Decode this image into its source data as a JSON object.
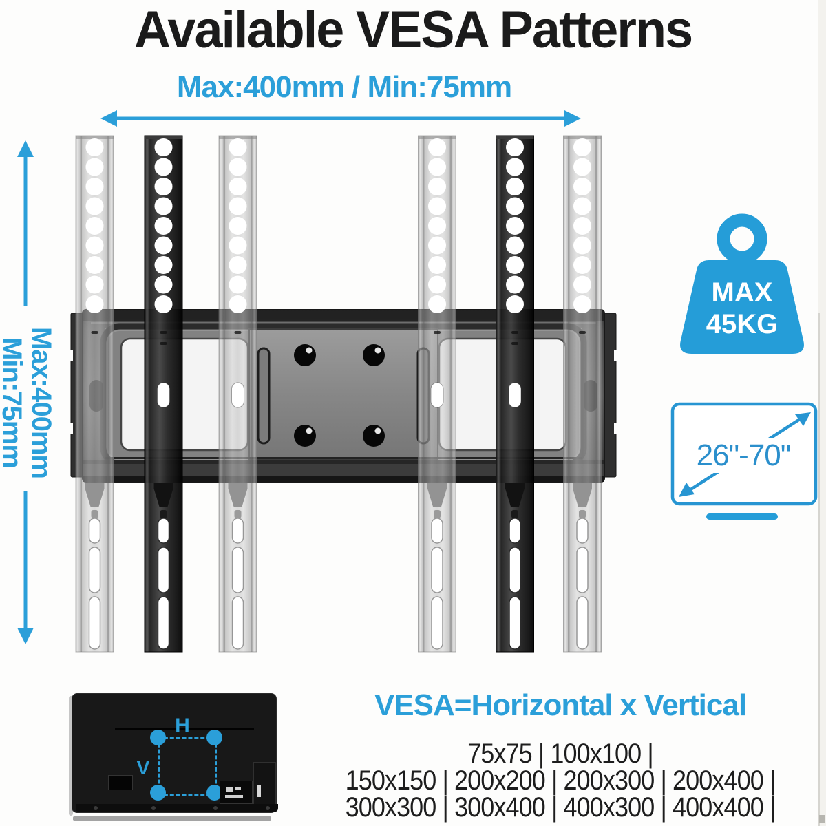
{
  "accent_color": "#2B9FD9",
  "title": "Available VESA Patterns",
  "horizontal_dimension": {
    "label": "Max:400mm / Min:75mm"
  },
  "vertical_dimension": {
    "line1": "Max:400mm",
    "line2": "Min:75mm"
  },
  "weight_badge": {
    "line1": "MAX",
    "line2": "45KG"
  },
  "screen_size_badge": {
    "label": "26\"-70\""
  },
  "tv_back_diagram": {
    "horizontal_label": "H",
    "vertical_label": "V"
  },
  "vesa_formula": "VESA=Horizontal x Vertical",
  "vesa_patterns": {
    "line1": "75x75 | 100x100 |",
    "line2": "150x150 | 200x200 | 200x300 | 200x400 |",
    "line3": "300x300 | 300x400 | 400x300 | 400x400 |"
  }
}
